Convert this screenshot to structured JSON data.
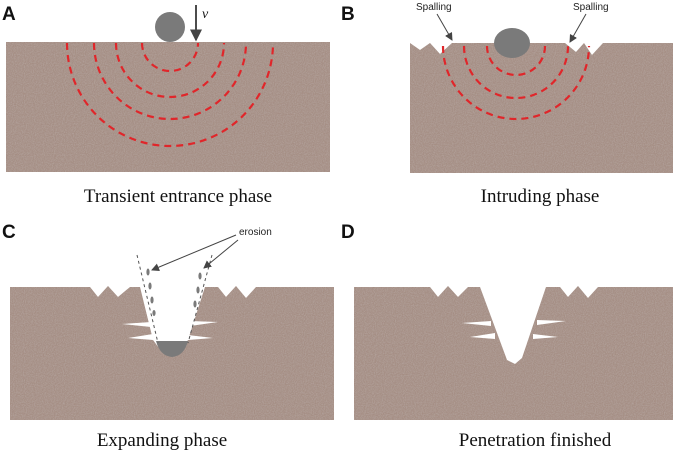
{
  "panels": [
    {
      "letter": "A",
      "caption": "Transient entrance phase"
    },
    {
      "letter": "B",
      "caption": "Intruding phase"
    },
    {
      "letter": "C",
      "caption": "Expanding phase"
    },
    {
      "letter": "D",
      "caption": "Penetration finished"
    }
  ],
  "annotations": {
    "velocity": "v",
    "spalling_left": "Spalling",
    "spalling_right": "Spalling",
    "erosion": "erosion"
  },
  "colors": {
    "target_medium": "#a58e84",
    "projectile": "#7a7a7a",
    "stress_wave": "#e0262a"
  }
}
